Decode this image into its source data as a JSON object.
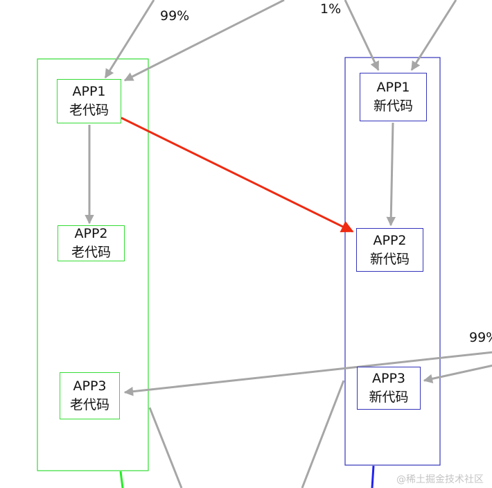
{
  "colors": {
    "old_group": "#33dd33",
    "new_group": "#3333bb",
    "arrow": "#a6a6a6",
    "highlight_arrow": "#ee2a12",
    "green_line": "#22ee22",
    "blue_line": "#2222ee"
  },
  "labels": {
    "pct_left_top": "99%",
    "pct_mid_top": "1%",
    "pct_right": "99%"
  },
  "old_group": {
    "app1": {
      "name": "APP1",
      "sub": "老代码"
    },
    "app2": {
      "name": "APP2",
      "sub": "老代码"
    },
    "app3": {
      "name": "APP3",
      "sub": "老代码"
    }
  },
  "new_group": {
    "app1": {
      "name": "APP1",
      "sub": "新代码"
    },
    "app2": {
      "name": "APP2",
      "sub": "新代码"
    },
    "app3": {
      "name": "APP3",
      "sub": "新代码"
    }
  },
  "watermark": "@稀土掘金技术社区"
}
